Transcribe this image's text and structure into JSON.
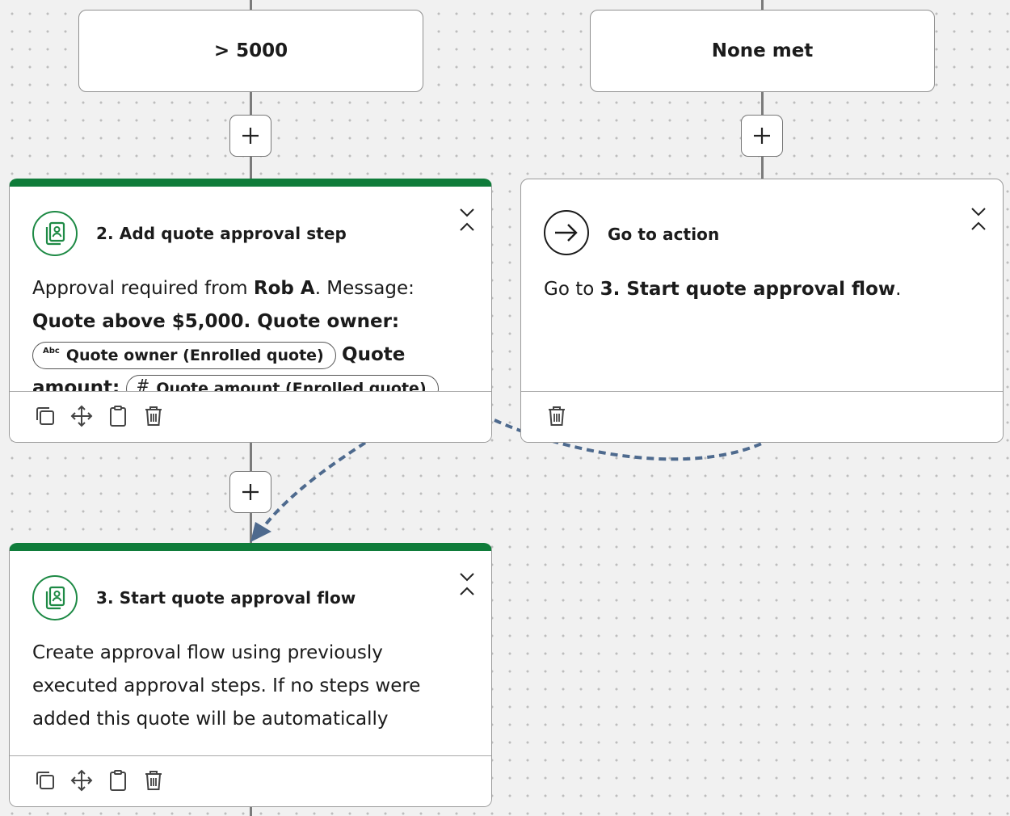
{
  "branches": [
    {
      "label": "> 5000"
    },
    {
      "label": "None met"
    }
  ],
  "cards": {
    "quote_step": {
      "title": "2. Add quote approval step",
      "body": {
        "t1": "Approval required from ",
        "b1": "Rob A",
        "t2": ". Message: ",
        "b2": "Quote above $5,000. Quote owner:",
        "chip1_tag": "Abc",
        "chip1_label": "Quote owner (Enrolled quote)",
        "b3": "Quote amount:",
        "chip2_tag": "#",
        "chip2_label": "Quote amount (Enrolled quote)"
      },
      "icon": "approval-document-icon"
    },
    "goto": {
      "title": "Go to action",
      "body": {
        "t1": "Go to ",
        "b1": "3. Start quote approval flow",
        "t2": "."
      },
      "icon": "arrow-right-circle-icon"
    },
    "flow": {
      "title": "3. Start quote approval flow",
      "body": "Create approval flow using previously executed approval steps. If no steps were added this quote will be automatically approved",
      "icon": "approval-document-icon"
    }
  },
  "footer_icons": [
    "copy-icon",
    "move-icon",
    "clipboard-icon",
    "trash-icon"
  ],
  "colors": {
    "accent_green": "#0f7c3a",
    "connector_dashed": "#4e6a8e",
    "canvas_bg": "#f1f1f1"
  }
}
